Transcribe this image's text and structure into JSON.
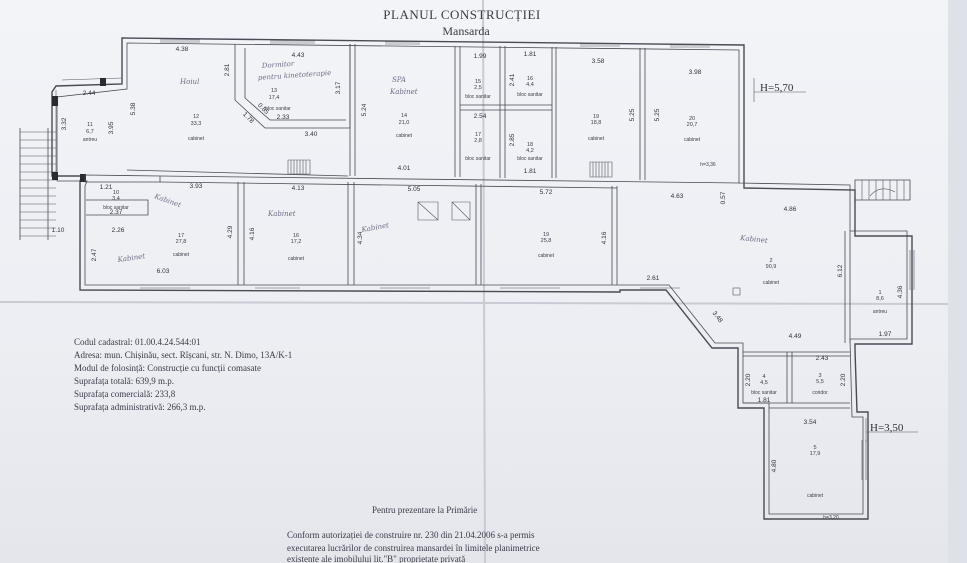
{
  "title": "PLANUL CONSTRUCȚIEI",
  "subtitle": "Mansarda",
  "levels": {
    "upper": "H=5,70",
    "lower": "H=3,50"
  },
  "rooms": [
    {
      "id": "r1",
      "num": "11",
      "area": "6,7",
      "label": "antreu"
    },
    {
      "id": "r2",
      "num": "12",
      "area": "33,3",
      "label": "cabinet"
    },
    {
      "id": "r3",
      "num": "13",
      "area": "17,4",
      "label": "bloc sanitar"
    },
    {
      "id": "r4",
      "num": "14",
      "area": "21,0",
      "label": "cabinet"
    },
    {
      "id": "r5",
      "num": "15",
      "area": "2,5",
      "label": "bloc sanitar"
    },
    {
      "id": "r6",
      "num": "16",
      "area": "4,4",
      "label": "bloc sanitar"
    },
    {
      "id": "r7",
      "num": "17",
      "area": "2,8",
      "label": "bloc sanitar"
    },
    {
      "id": "r8",
      "num": "18",
      "area": "4,2",
      "label": "bloc sanitar"
    },
    {
      "id": "r9",
      "num": "19",
      "area": "18,8",
      "label": "cabinet"
    },
    {
      "id": "r10",
      "num": "20",
      "area": "20,7",
      "label": "cabinet"
    },
    {
      "id": "r11",
      "num": "10",
      "area": "3,4",
      "label": "bloc sanitar"
    },
    {
      "id": "r12",
      "num": "17",
      "area": "27,8",
      "label": "cabinet"
    },
    {
      "id": "r13",
      "num": "16",
      "area": "17,2",
      "label": "cabinet"
    },
    {
      "id": "r14",
      "num": "19",
      "area": "25,8",
      "label": "cabinet"
    },
    {
      "id": "r15",
      "num": "2",
      "area": "90,9",
      "label": "cabinet"
    },
    {
      "id": "r16",
      "num": "1",
      "area": "8,6",
      "label": "antreu"
    },
    {
      "id": "r17",
      "num": "4",
      "area": "4,5",
      "label": "bloc sanitar"
    },
    {
      "id": "r18",
      "num": "3",
      "area": "5,5",
      "label": "coridor"
    },
    {
      "id": "r19",
      "num": "5",
      "area": "17,9",
      "label": "cabinet"
    }
  ],
  "dimensions": [
    "4.38",
    "2.81",
    "4.43",
    "3.17",
    "2.33",
    "3.40",
    "5.24",
    "1.99",
    "1.81",
    "2.41",
    "3.58",
    "3.98",
    "5.25",
    "5.25",
    "2.44",
    "3.32",
    "3.95",
    "5.38",
    "1.78",
    "0.85",
    "4.01",
    "2.54",
    "2.85",
    "1.81",
    "1.21",
    "3.93",
    "4.13",
    "5.05",
    "5.72",
    "4.63",
    "0.57",
    "4.86",
    "2.37",
    "2.26",
    "2.47",
    "6.03",
    "4.29",
    "4.16",
    "4.34",
    "4.16",
    "2.61",
    "3.48",
    "6.12",
    "4.36",
    "1.97",
    "4.49",
    "2.43",
    "2.20",
    "2.20",
    "1.81",
    "3.54",
    "4.80",
    "1.10"
  ],
  "heights": [
    "h=3,36",
    "h=3,20"
  ],
  "handwritten": [
    "Hoiul",
    "Dormitor",
    "pentru kinetoterapie",
    "SPA",
    "Kabinet",
    "Kabinet",
    "Kabinet",
    "Kabinet",
    "Kabinet",
    "Kabinet"
  ],
  "info": {
    "cadastral": "Codul cadastral: 01.00.4.24.544:01",
    "address": "Adresa: mun. Chișinău, sect. Rîșcani, str. N. Dimo, 13A/K-1",
    "usage": "Modul de folosință: Construcție cu funcții comasate",
    "total": "Suprafața totală: 639,9 m.p.",
    "commercial": "Suprafața comercială: 233,8",
    "admin": "Suprafața administrativă: 266,3 m.p."
  },
  "notes": {
    "presented": "Pentru prezentare la Primărie",
    "line1": "Conform autorizației de construire nr. 230 din 21.04.2006 s-a permis",
    "line2": "executarea lucrărilor de construirea mansardei în limitele planimetrice",
    "line3": "existente ale imobilului lit.\"B\" proprietate privată"
  }
}
